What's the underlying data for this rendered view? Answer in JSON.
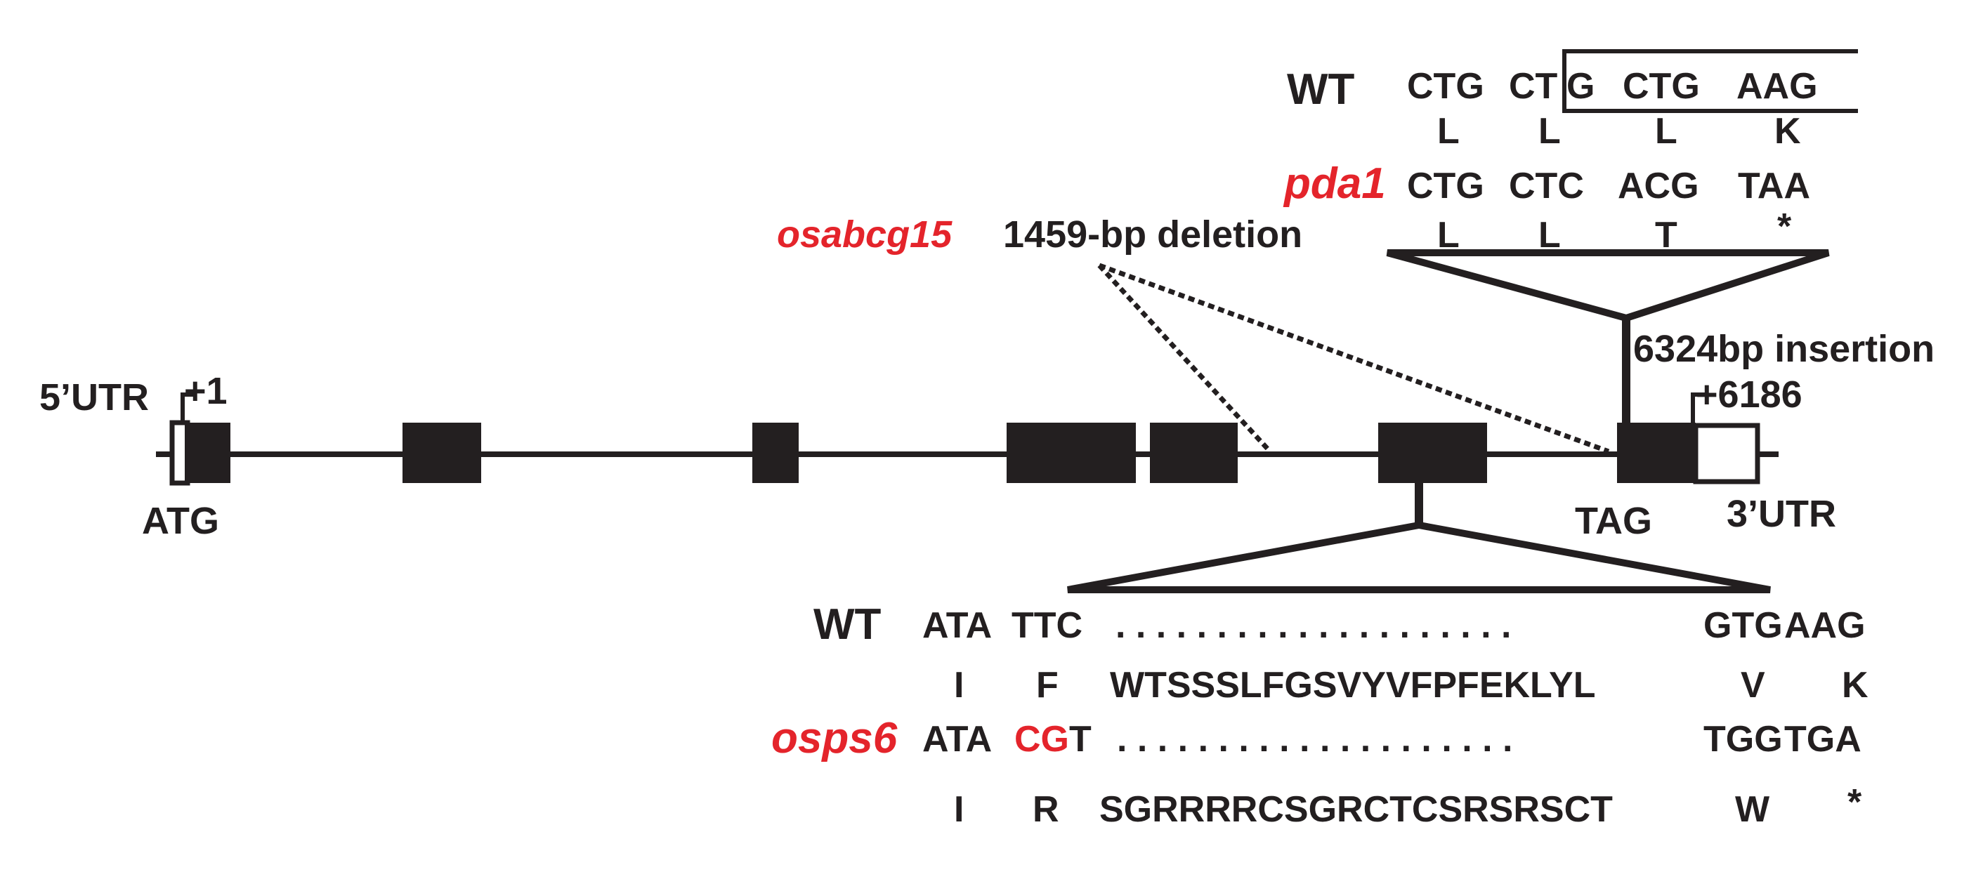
{
  "gene": {
    "utr5_label": "5’UTR",
    "start_pos": "+1",
    "atg_label": "ATG",
    "end_pos": "+6186",
    "tag_label": "TAG",
    "utr3_label": "3’UTR"
  },
  "deletion": {
    "mutant": "osabcg15",
    "label": "1459-bp deletion"
  },
  "insertion": {
    "label": "6324bp insertion"
  },
  "top_panel": {
    "wt_label": "WT",
    "wt_codons": [
      "CTG",
      "CT",
      "G",
      "CTG",
      "AAG"
    ],
    "wt_aa": [
      "L",
      "L",
      "L",
      "K"
    ],
    "mutant": "pda1",
    "mut_codons": [
      "CTG",
      "CTC",
      "ACG",
      "TAA"
    ],
    "mut_aa": [
      "L",
      "L",
      "T",
      "*"
    ]
  },
  "bottom_panel": {
    "wt_label": "WT",
    "wt_seq_start": [
      "ATA",
      "TTC"
    ],
    "dots": ". . . . . . . . . . . . . . . . . . . .",
    "wt_seq_end": [
      "GTG",
      "AAG"
    ],
    "wt_aa_start": [
      "I",
      "F"
    ],
    "wt_aa_mid": "WTSSSLFGSVYVFPFEKLYL",
    "wt_aa_end": [
      "V",
      "K"
    ],
    "mutant": "osps6",
    "mut_seq_start": "ATA",
    "mut_seq_red": "CG",
    "mut_seq_black": "T",
    "mut_dots": ". . . . . . . . . . . . . . . . . . . .",
    "mut_seq_end": [
      "TGG",
      "TGA"
    ],
    "mut_aa_start": [
      "I",
      "R"
    ],
    "mut_aa_mid": "SGRRRRCSGRCTCSRSRSCT",
    "mut_aa_end": [
      "W",
      "*"
    ]
  }
}
